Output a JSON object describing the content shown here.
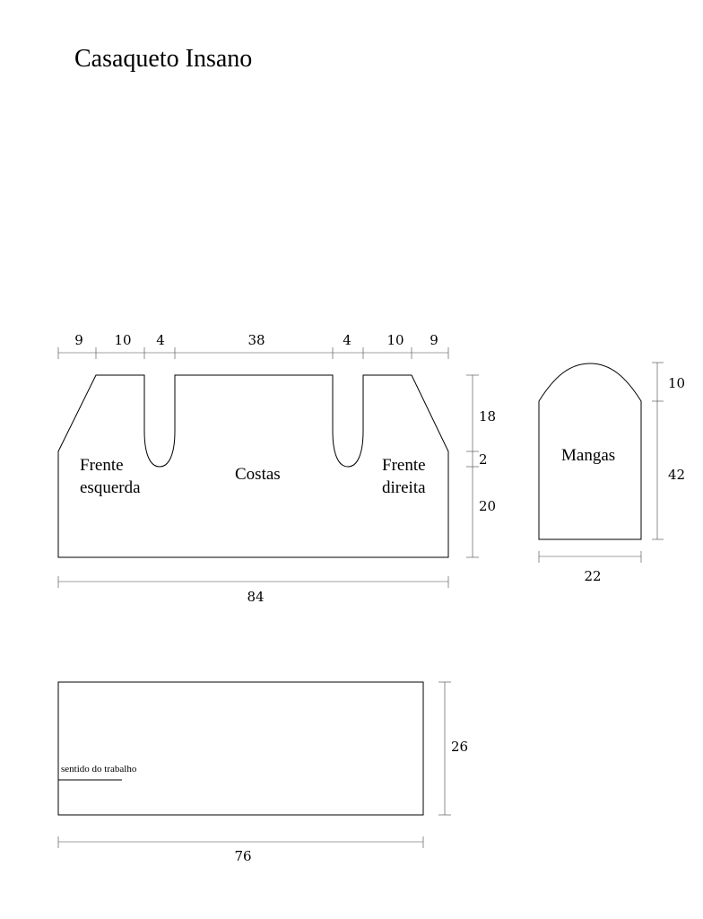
{
  "title": "Casaqueto Insano",
  "body_piece": {
    "labels": {
      "left_front": [
        "Frente",
        "esquerda"
      ],
      "back": "Costas",
      "right_front": [
        "Frente",
        "direita"
      ]
    },
    "top_dims": [
      "9",
      "10",
      "4",
      "38",
      "4",
      "10",
      "9"
    ],
    "side_dims": [
      "18",
      "2",
      "20"
    ],
    "bottom_dim": "84"
  },
  "sleeve": {
    "label": "Mangas",
    "side_dims": [
      "10",
      "42"
    ],
    "bottom_dim": "22"
  },
  "band": {
    "note": "sentido do trabalho",
    "side_dim": "26",
    "bottom_dim": "76"
  }
}
